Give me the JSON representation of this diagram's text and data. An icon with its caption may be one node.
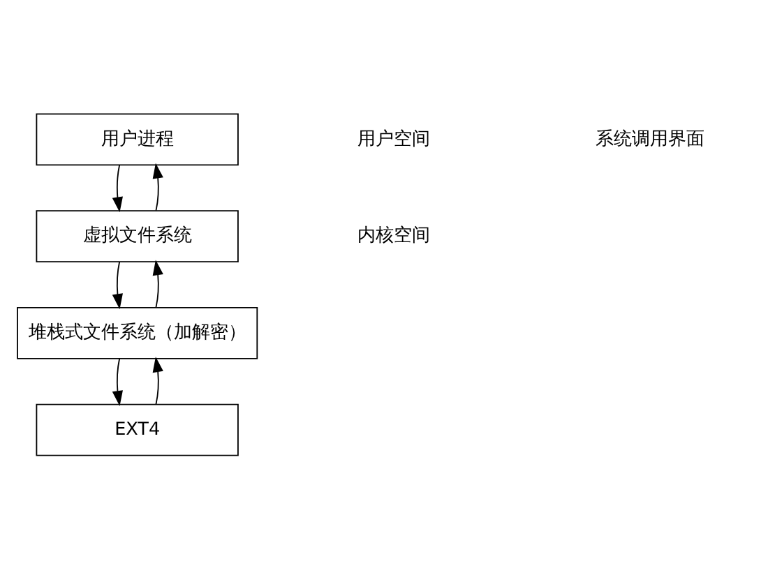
{
  "diagram": {
    "nodes": [
      {
        "text": [
          "用户进程"
        ]
      },
      {
        "text": [
          "虚拟文件系统"
        ]
      },
      {
        "text": [
          "堆栈式文件系统（加解密）"
        ]
      },
      {
        "text": [
          "EXT4"
        ]
      }
    ],
    "edges": [
      {
        "from": 0,
        "to": 1,
        "arrow": "to"
      },
      {
        "from": 1,
        "to": 0,
        "arrow": "to"
      },
      {
        "from": 1,
        "to": 2,
        "arrow": "to"
      },
      {
        "from": 2,
        "to": 1,
        "arrow": "to"
      },
      {
        "from": 2,
        "to": 3,
        "arrow": "to"
      },
      {
        "from": 3,
        "to": 2,
        "arrow": "to"
      }
    ],
    "labels": [
      "用户空间",
      "系统调用界面",
      "内核空间"
    ]
  }
}
